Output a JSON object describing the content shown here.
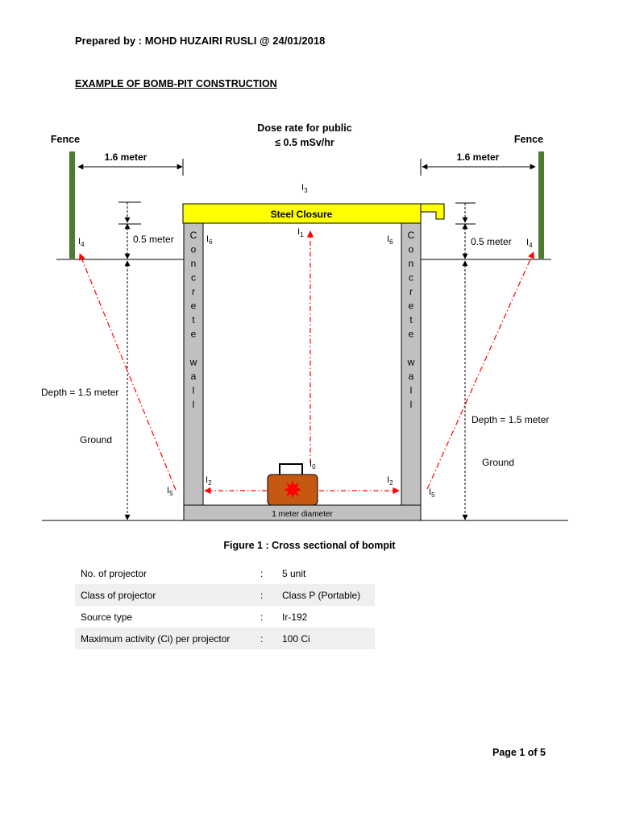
{
  "header": {
    "prepared_by": "Prepared by : MOHD HUZAIRI RUSLI @ 24/01/2018",
    "title": "EXAMPLE OF BOMB-PIT CONSTRUCTION"
  },
  "diagram": {
    "dose_rate_line1": "Dose rate for public",
    "dose_rate_line2": "≤ 0.5 mSv/hr",
    "fence_left": "Fence",
    "fence_right": "Fence",
    "distance_left": "1.6 meter",
    "distance_right": "1.6 meter",
    "i3": "I",
    "i3_sub": "3",
    "steel_closure": "Steel Closure",
    "height_left": "0.5 meter",
    "height_right": "0.5 meter",
    "i1": "I",
    "i1_sub": "1",
    "i4_left": "I",
    "i4_left_sub": "4",
    "i4_right": "I",
    "i4_right_sub": "4",
    "i6_left": "I",
    "i6_left_sub": "6",
    "i6_right": "I",
    "i6_right_sub": "6",
    "wall_letters": [
      "C",
      "o",
      "n",
      "c",
      "r",
      "e",
      "t",
      "e",
      "",
      "w",
      "a",
      "l",
      "l"
    ],
    "depth_left": "Depth = 1.5 meter",
    "depth_right": "Depth = 1.5 meter",
    "ground_left": "Ground",
    "ground_right": "Ground",
    "i0": "I",
    "i0_sub": "0",
    "i2_left": "I",
    "i2_left_sub": "2",
    "i2_right": "I",
    "i2_right_sub": "2",
    "i5_left": "I",
    "i5_left_sub": "5",
    "i5_right": "I",
    "i5_right_sub": "5",
    "base_label": "1 meter diameter",
    "colors": {
      "fence": "#4e7a34",
      "steel": "#ffff00",
      "concrete": "#c0c0c0",
      "projector": "#c65911",
      "ray": "#ff0000"
    }
  },
  "caption": "Figure 1 : Cross sectional of bompit",
  "specs": [
    {
      "label": "No. of projector",
      "colon": ":",
      "value": "5 unit"
    },
    {
      "label": "Class of projector",
      "colon": ":",
      "value": "Class P (Portable)"
    },
    {
      "label": "Source type",
      "colon": ":",
      "value": "Ir-192"
    },
    {
      "label": "Maximum activity (Ci) per projector",
      "colon": ":",
      "value": "100 Ci"
    }
  ],
  "footer": {
    "page": "Page 1 of 5"
  }
}
